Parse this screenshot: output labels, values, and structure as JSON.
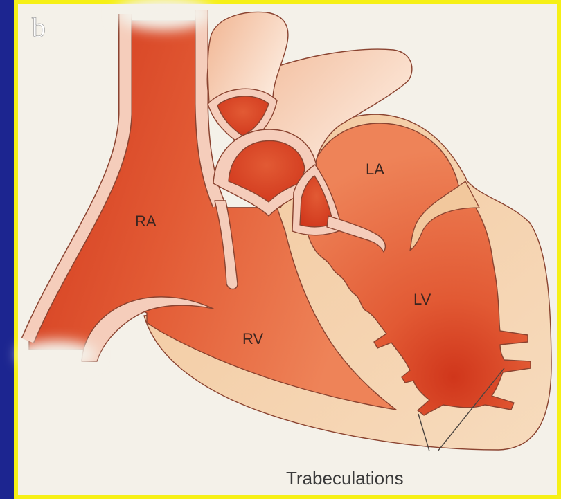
{
  "figure": {
    "panel_letter": "b",
    "labels": {
      "right_atrium": "RA",
      "right_ventricle": "RV",
      "left_atrium": "LA",
      "left_ventricle": "LV",
      "trabeculations": "Trabeculations"
    }
  },
  "colors": {
    "slide_background": "#1c2590",
    "frame": "#f6f015",
    "canvas": "#f4f1e9",
    "chamber_dark": "#d0361b",
    "chamber_mid": "#e25a34",
    "chamber_light": "#ee8358",
    "myocardium": "#f2c89d",
    "myocardium_light": "#f7dbbd",
    "vessel_wall": "#f5cdbb",
    "vessel_dark": "#f1b592",
    "vessel_light": "#fce9db",
    "outline": "#8a4330"
  }
}
